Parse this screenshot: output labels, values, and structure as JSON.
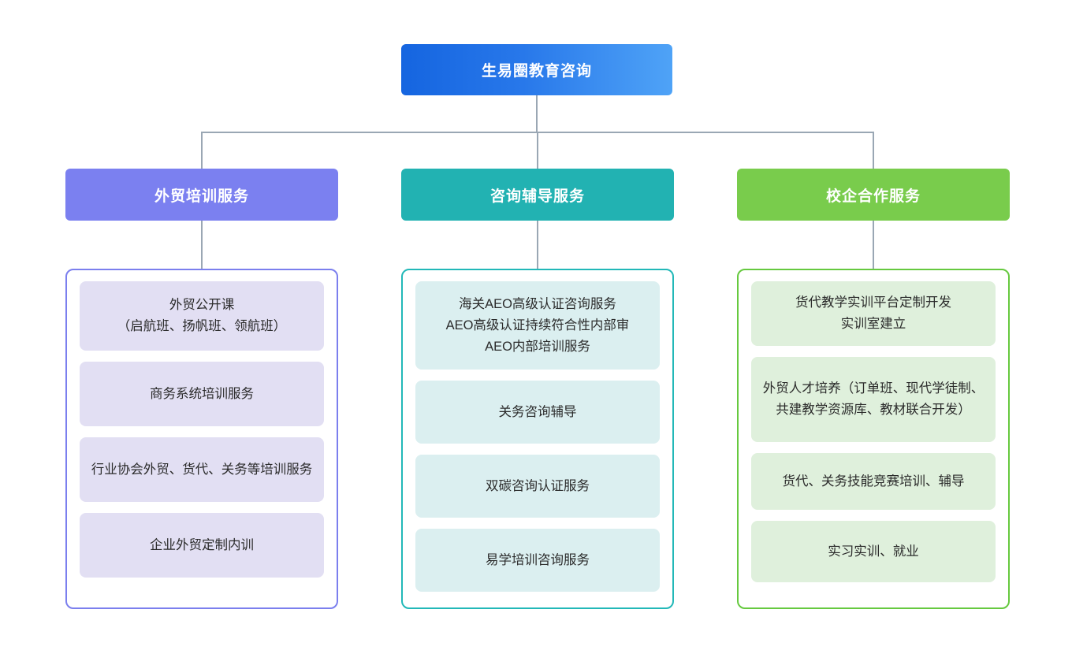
{
  "diagram": {
    "type": "org-chart",
    "orientation": "top-down",
    "connector_color": "#9aa7b4"
  },
  "root": {
    "label": "生易圈教育咨询",
    "gradient_from": "#1565e0",
    "gradient_to": "#4fa3f7",
    "text_color": "#ffffff"
  },
  "columns": [
    {
      "header": "外贸培训服务",
      "header_color": "#7b80f0",
      "border_color": "#7b7fee",
      "card_color": "#e2dff3",
      "items": [
        "外贸公开课\n（启航班、扬帆班、领航班）",
        "商务系统培训服务",
        "行业协会外贸、货代、关务等培训服务",
        "企业外贸定制内训"
      ]
    },
    {
      "header": "咨询辅导服务",
      "header_color": "#22b2b2",
      "border_color": "#22b8b8",
      "card_color": "#dbeff0",
      "items": [
        "海关AEO高级认证咨询服务\nAEO高级认证持续符合性内部审\nAEO内部培训服务",
        "关务咨询辅导",
        "双碳咨询认证服务",
        "易学培训咨询服务"
      ]
    },
    {
      "header": "校企合作服务",
      "header_color": "#79cc4c",
      "border_color": "#66c93f",
      "card_color": "#dff0dc",
      "items": [
        "货代教学实训平台定制开发\n实训室建立",
        "外贸人才培养（订单班、现代学徒制、共建教学资源库、教材联合开发）",
        "货代、关务技能竞赛培训、辅导",
        "实习实训、就业"
      ]
    }
  ]
}
